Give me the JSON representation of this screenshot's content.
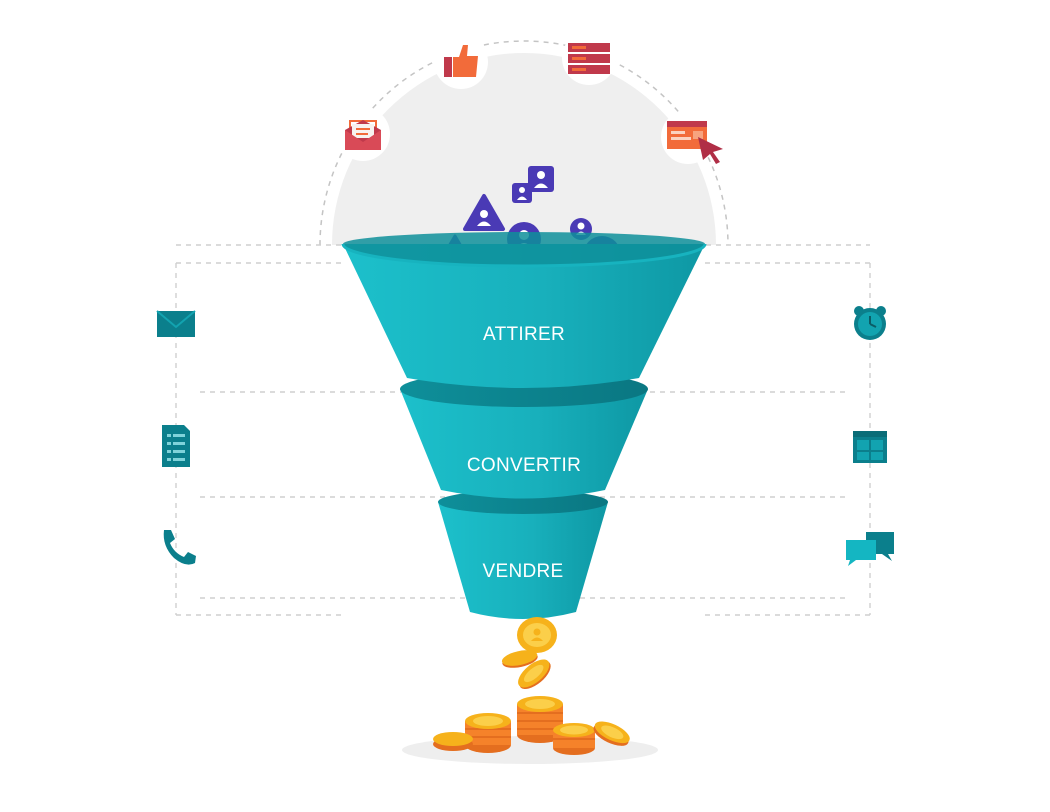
{
  "funnel": {
    "stages": [
      {
        "label": "ATTIRER"
      },
      {
        "label": "CONVERTIR"
      },
      {
        "label": "VENDRE"
      }
    ]
  },
  "icons": {
    "top_arc": [
      "email-envelope-icon",
      "thumbs-up-icon",
      "review-form-icon",
      "web-page-click-icon"
    ],
    "left_side": [
      "mail-icon",
      "checklist-document-icon",
      "phone-icon"
    ],
    "right_side": [
      "alarm-clock-icon",
      "calendar-app-icon",
      "chat-bubbles-icon"
    ],
    "leads": "user-avatar-icon",
    "output": "gold-coin-icon"
  },
  "colors": {
    "funnel_teal": "#17b3bf",
    "funnel_dark": "#0e8f9a",
    "lead_purple": "#4a3ab5",
    "icon_red": "#c0394b",
    "icon_orange": "#f26b3a",
    "side_icon_teal": "#0b7f8c",
    "coin_gold": "#f6b21b",
    "coin_orange": "#f5822a"
  }
}
